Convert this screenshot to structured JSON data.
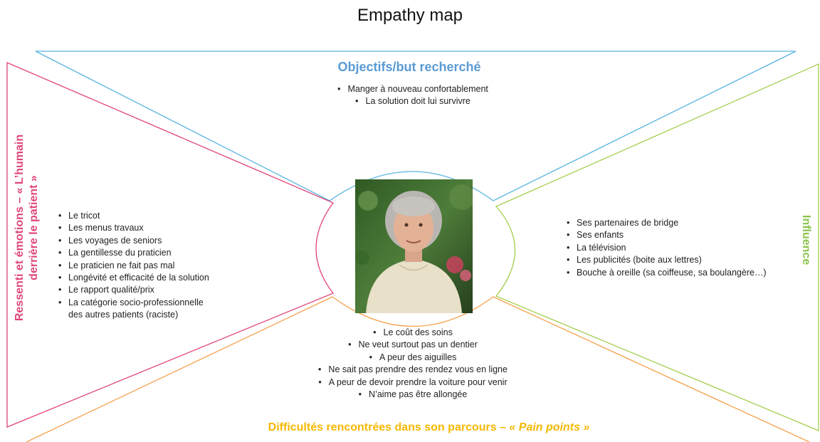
{
  "title": "Empathy map",
  "top": {
    "heading": "Objectifs/but recherché",
    "items": [
      "Manger à nouveau confortablement",
      "La solution doit lui survivre"
    ]
  },
  "left": {
    "heading_line1": "Ressenti et émotions – « L’humain",
    "heading_line2": "derrière le patient »",
    "items": [
      "Le tricot",
      "Les menus travaux",
      "Les voyages de seniors",
      "La gentillesse du praticien",
      "Le praticien ne fait pas mal",
      "Longévité et efficacité de la solution",
      "Le rapport qualité/prix",
      "La catégorie socio-professionnelle",
      "des autres patients (raciste)"
    ]
  },
  "right": {
    "heading": "Influence",
    "items": [
      "Ses partenaires de bridge",
      "Ses enfants",
      "La télévision",
      "Les publicités (boite aux lettres)",
      "Bouche à oreille (sa coiffeuse, sa boulangère…)"
    ]
  },
  "bottom": {
    "heading_plain": "Difficultés rencontrées dans son parcours – ",
    "heading_italic": "« Pain points »",
    "items": [
      "Le coût des soins",
      "Ne veut surtout pas un dentier",
      "A peur des aiguilles",
      "Ne sait pas prendre des rendez vous en ligne",
      "A peur de devoir prendre la voiture pour venir",
      "N’aime pas être allongée"
    ]
  },
  "colors": {
    "top": "#5ab4e0",
    "left": "#e0457b",
    "right": "#a5cf4f",
    "bottom": "#f5a04a",
    "bottom_title": "#f5b800"
  }
}
